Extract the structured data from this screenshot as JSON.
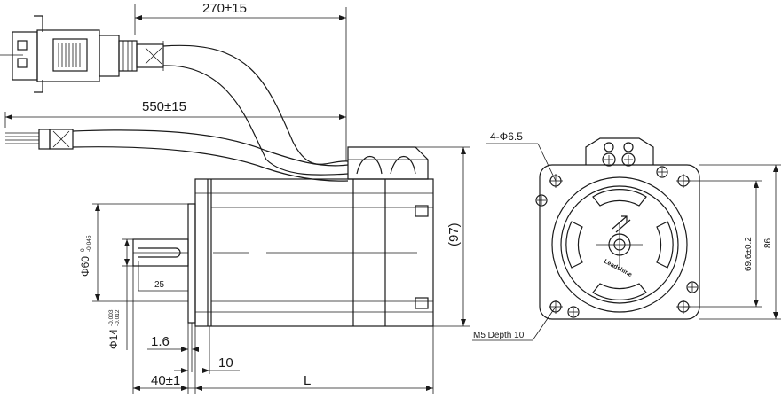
{
  "dimensions": {
    "cable_encoder_length": "270±15",
    "cable_power_length": "550±15",
    "body_height": "(97)",
    "pilot_diameter": "Φ60",
    "pilot_tol_upper": "0",
    "pilot_tol_lower": "-0.045",
    "shaft_diameter": "Φ14",
    "shaft_tol_upper": "-0.003",
    "shaft_tol_lower": "-0.012",
    "key_length": "25",
    "flange_thickness": "1.6",
    "pilot_depth": "10",
    "shaft_length": "40±1",
    "body_length": "L",
    "mount_holes": "4-Φ6.5",
    "hole_spacing": "69.6±0.2",
    "flange_size": "86",
    "front_threads": "M5 Depth 10"
  },
  "front_view": {
    "brand_marking": "Leadshine"
  }
}
